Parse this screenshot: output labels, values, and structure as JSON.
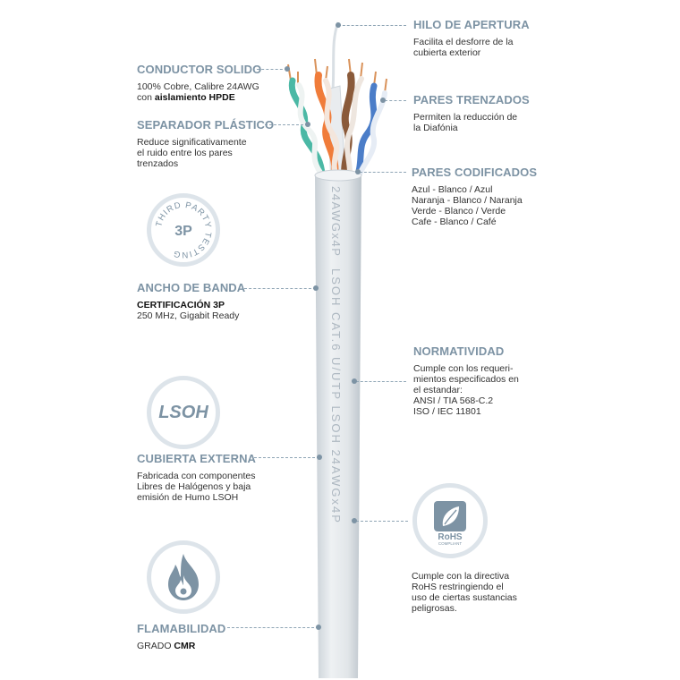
{
  "hilo": {
    "title": "HILO DE APERTURA",
    "lines": [
      "Facilita el desforre de la",
      "cubierta exterior"
    ]
  },
  "conductor": {
    "title": "CONDUCTOR SOLIDO",
    "lines": [
      "100% Cobre, Calibre 24AWG"
    ],
    "line2_prefix": "con ",
    "line2_bold": "aislamiento HPDE"
  },
  "pares_trenzados": {
    "title": "PARES TRENZADOS",
    "lines": [
      "Permiten la reducción de",
      "la Diafónia"
    ]
  },
  "separador": {
    "title": "SEPARADOR PLÁSTICO",
    "lines": [
      "Reduce significativamente",
      "el ruido entre los pares",
      "trenzados"
    ]
  },
  "pares_codificados": {
    "title": "PARES CODIFICADOS",
    "lines": [
      "Azul - Blanco / Azul",
      "Naranja - Blanco / Naranja",
      "Verde  - Blanco / Verde",
      "Cafe - Blanco / Café"
    ]
  },
  "badge_3p": {
    "ring_text": "THIRD PARTY TESTING",
    "center": "3P"
  },
  "ancho": {
    "title": "ANCHO DE BANDA",
    "bold_line": "CERTIFICACIÓN 3P",
    "lines": [
      "250 MHz, Gigabit Ready"
    ]
  },
  "normatividad": {
    "title": "NORMATIVIDAD",
    "lines": [
      "Cumple con los requeri-",
      "mientos especificados en",
      "el estandar:",
      "ANSI / TIA 568-C.2",
      "ISO / IEC 11801"
    ]
  },
  "badge_lsoh": {
    "text": "LSOH"
  },
  "cubierta": {
    "title": "CUBIERTA EXTERNA",
    "lines": [
      "Fabricada con componentes",
      "Libres de Halógenos y baja",
      "emisión de Humo LSOH"
    ]
  },
  "badge_rohs": {
    "text": "RoHS",
    "sub": "COMPLIANT"
  },
  "rohs": {
    "lines": [
      "Cumple con la directiva",
      "RoHS restringiendo el",
      "uso de ciertas sustancias",
      "peligrosas."
    ]
  },
  "flamabilidad": {
    "title": "FLAMABILIDAD",
    "prefix": "GRADO ",
    "bold": "CMR"
  },
  "cable_print": {
    "upper": "24AWGx4P",
    "lower": "LSOH   CAT.6  U/UTP  LSOH   24AWGx4P"
  },
  "colors": {
    "accent": "#7d93a4",
    "jacket": "#e3e7ea",
    "ring": "#dde4ea"
  }
}
